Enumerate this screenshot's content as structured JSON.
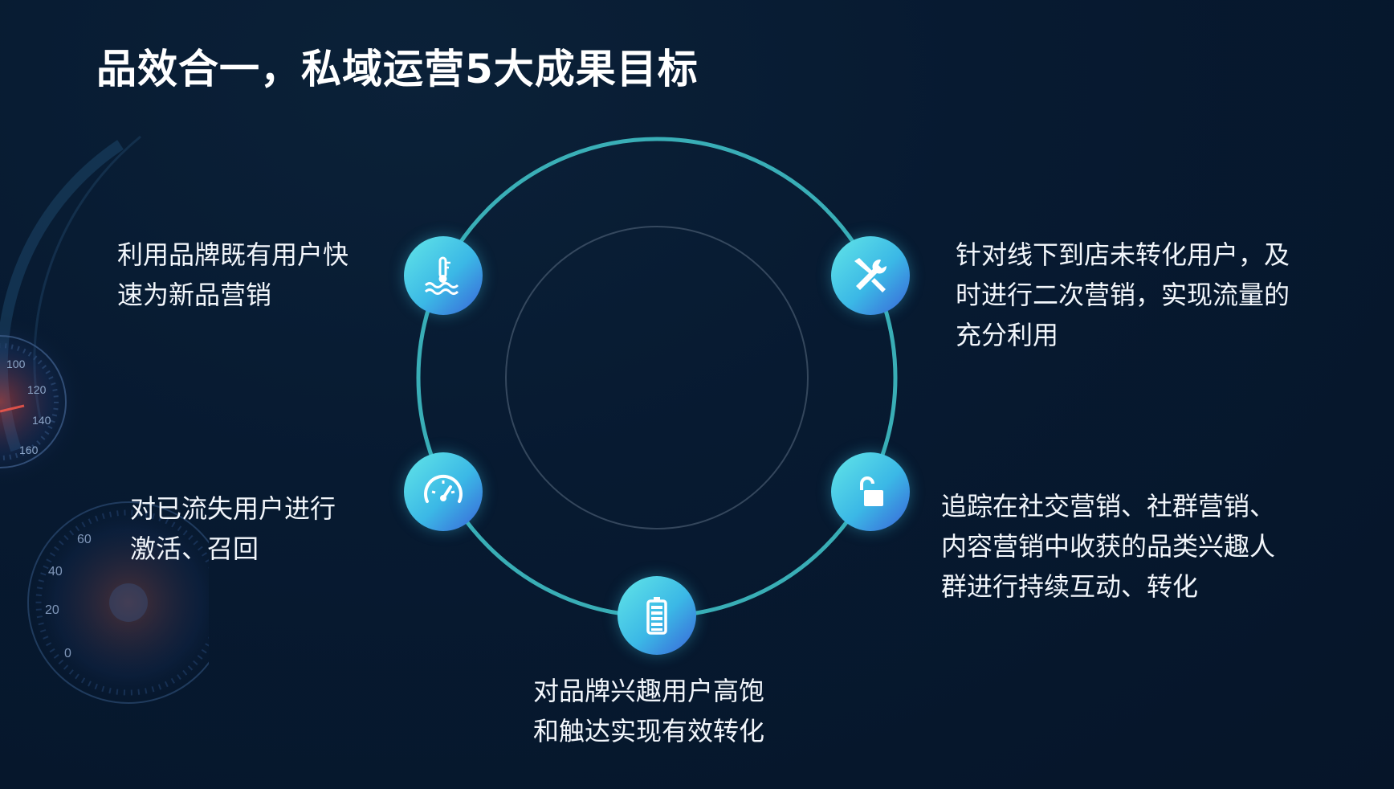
{
  "title": "品效合一，私域运营5大成果目标",
  "gauge_numbers": [
    "100",
    "120",
    "140",
    "160",
    "60",
    "40",
    "20",
    "0"
  ],
  "colors": {
    "background": "#061529",
    "ring": "#3fbfc5",
    "icon_gradient_start": "#62e6e8",
    "icon_gradient_end": "#3a63d8"
  },
  "items": [
    {
      "icon": "thermometer-water-icon",
      "lines": [
        "利用品牌既有用户快",
        "速为新品营销"
      ]
    },
    {
      "icon": "tools-wrench-screwdriver-icon",
      "lines": [
        "针对线下到店未转化用户，及",
        "时进行二次营销，实现流量的",
        "充分利用"
      ]
    },
    {
      "icon": "speedometer-icon",
      "lines": [
        "对已流失用户进行",
        "激活、召回"
      ]
    },
    {
      "icon": "unlock-icon",
      "lines": [
        "追踪在社交营销、社群营销、",
        "内容营销中收获的品类兴趣人",
        "群进行持续互动、转化"
      ]
    },
    {
      "icon": "battery-icon",
      "lines": [
        "对品牌兴趣用户高饱",
        "和触达实现有效转化"
      ]
    }
  ]
}
